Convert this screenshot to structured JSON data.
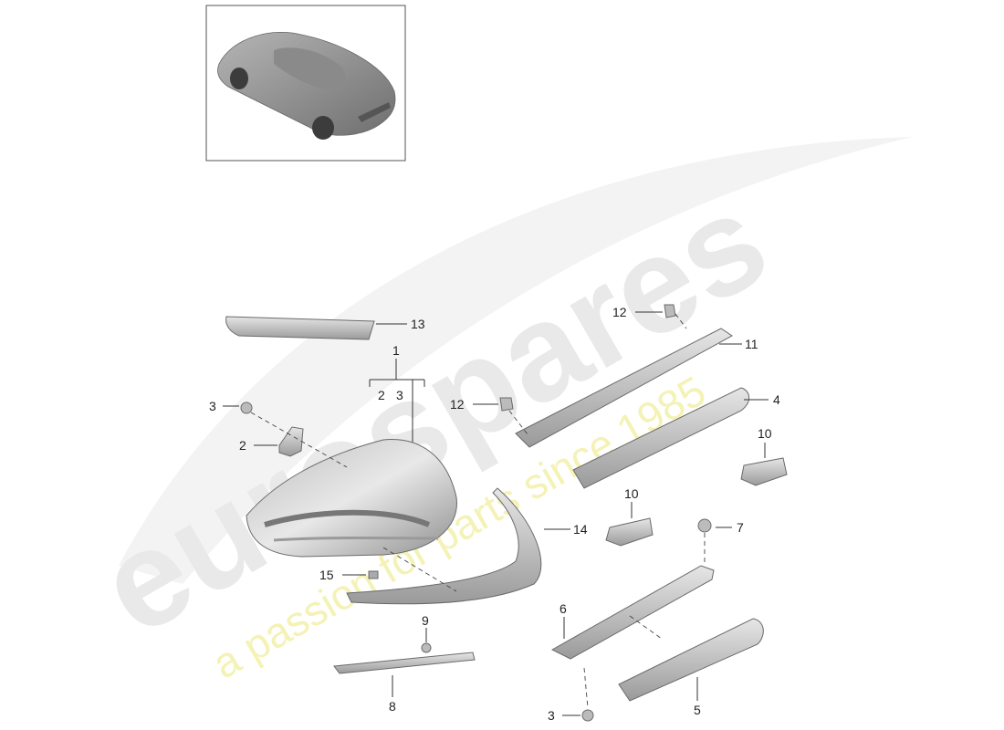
{
  "watermark": {
    "brand": "eurospares",
    "tagline": "a passion for parts since 1985"
  },
  "callouts": [
    {
      "id": "c1",
      "text": "1"
    },
    {
      "id": "c2",
      "text": "2"
    },
    {
      "id": "c2b",
      "text": "2"
    },
    {
      "id": "c3a",
      "text": "3"
    },
    {
      "id": "c3b",
      "text": "3"
    },
    {
      "id": "c3c",
      "text": "3"
    },
    {
      "id": "c4",
      "text": "4"
    },
    {
      "id": "c5",
      "text": "5"
    },
    {
      "id": "c6",
      "text": "6"
    },
    {
      "id": "c7",
      "text": "7"
    },
    {
      "id": "c8",
      "text": "8"
    },
    {
      "id": "c9",
      "text": "9"
    },
    {
      "id": "c10a",
      "text": "10"
    },
    {
      "id": "c10b",
      "text": "10"
    },
    {
      "id": "c11",
      "text": "11"
    },
    {
      "id": "c12a",
      "text": "12"
    },
    {
      "id": "c12b",
      "text": "12"
    },
    {
      "id": "c13",
      "text": "13"
    },
    {
      "id": "c14",
      "text": "14"
    },
    {
      "id": "c15",
      "text": "15"
    }
  ],
  "colors": {
    "part_fill": "#c8c8c8",
    "part_dark": "#8c8c8c",
    "watermark_grey": "#e9e9e9",
    "watermark_yellow": "#f4f2b5"
  }
}
